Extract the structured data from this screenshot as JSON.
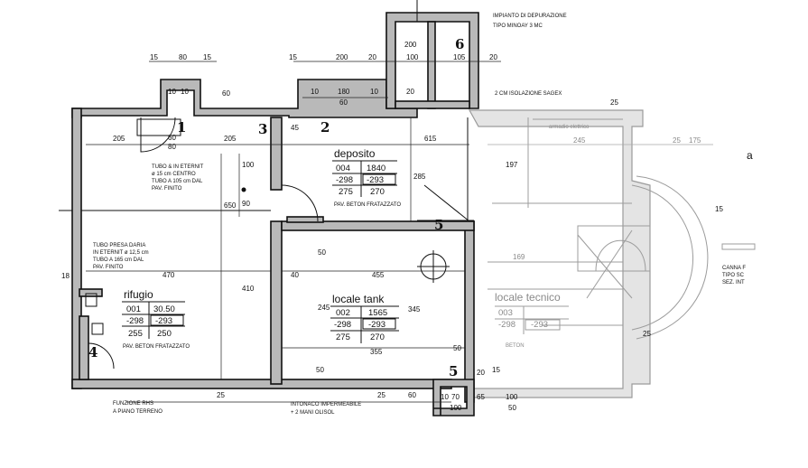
{
  "notes": {
    "impianto_line1": "IMPIANTO DI DEPURAZIONE",
    "impianto_line2": "TIPO MINOAY 3 MC",
    "isolazione": "2 CM ISOLAZIONE SAGEX",
    "armadio": "armadio elettrico",
    "tubo_eternit_1": "TUBO & IN ETERNIT",
    "tubo_eternit_2": "ø 15 cm CENTRO",
    "tubo_eternit_3": "TUBO A 105 cm DAL",
    "tubo_eternit_4": "PAV. FINITO",
    "tubo_presa_1": "TUBO PRESA DARIA",
    "tubo_presa_2": "IN ETERNIT ø 12,5 cm",
    "tubo_presa_3": "TUBO A 165 cm DAL",
    "tubo_presa_4": "PAV. FINITO",
    "funzione_1": "FUNZIONE RHS",
    "funzione_2": "A PIANO TERRENO",
    "intonaco_1": "INTONACO IMPERMEABILE",
    "intonaco_2": "+ 2 MANI OLISOL",
    "canna_1": "CANNA F",
    "canna_2": "TIPO SC",
    "canna_3": "SEZ. INT",
    "right_a": "a"
  },
  "rooms": {
    "deposito": {
      "name": "deposito",
      "c1": "004",
      "c2": "1840",
      "c3": "-298",
      "c4": "-293",
      "c5": "275",
      "c6": "270",
      "floor": "PAV. BETON FRATAZZATO"
    },
    "rifugio": {
      "name": "rifugio",
      "c1": "001",
      "c2": "30.50",
      "c3": "-298",
      "c4": "-293",
      "c5": "255",
      "c6": "250",
      "floor": "PAV. BETON FRATAZZATO"
    },
    "locale_tank": {
      "name": "locale tank",
      "c1": "002",
      "c2": "1565",
      "c3": "-298",
      "c4": "-293",
      "c5": "275",
      "c6": "270"
    },
    "locale_tecnico": {
      "name": "locale tecnico",
      "c1": "003",
      "c3": "-298",
      "c4": "-293",
      "floor": "BETON"
    }
  },
  "section_markers": {
    "m1": "1",
    "m2": "2",
    "m3": "3",
    "m4": "4",
    "m5a": "5",
    "m5b": "5",
    "m6": "6"
  },
  "dims": {
    "d15a": "15",
    "d80": "80",
    "d15b": "15",
    "d10a": "10",
    "d10b": "10",
    "d60v": "60",
    "d15c": "15",
    "d200": "200",
    "d20a": "20",
    "d10c": "10",
    "d180": "180",
    "d10d": "10",
    "d60h": "60",
    "d200v": "200",
    "d100a": "100",
    "d105": "105",
    "d20b": "20",
    "d20c": "20",
    "d205a": "205",
    "d60b": "60",
    "d80b": "80",
    "d205b": "205",
    "d45": "45",
    "d615": "615",
    "d285": "285",
    "d197": "197",
    "d25a": "25",
    "d245": "245",
    "d25b": "25",
    "d175": "175",
    "d100v": "100",
    "d650": "650",
    "d90": "90",
    "d470": "470",
    "d410": "410",
    "d40": "40",
    "d455": "455",
    "d50a": "50",
    "d245v": "245",
    "d345": "345",
    "d355": "355",
    "d50b": "50",
    "d50c": "50",
    "d25c": "25",
    "d25d": "25",
    "d70": "70",
    "d60c": "60",
    "d100b": "100",
    "d10e": "10",
    "d100c": "100",
    "d50d": "50",
    "d25e": "25",
    "d65": "65",
    "d20d": "20",
    "d15d": "15",
    "d18": "18",
    "d15e": "15",
    "d169": "169"
  }
}
